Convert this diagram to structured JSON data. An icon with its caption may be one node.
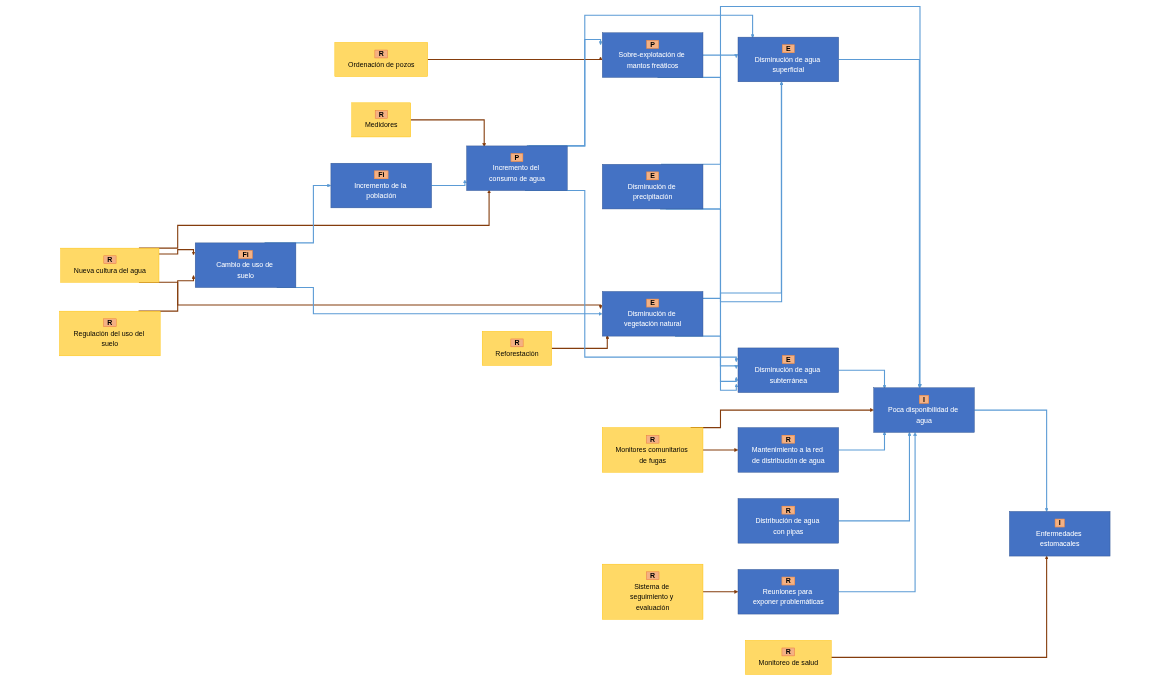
{
  "diagram": {
    "nodes": [
      {
        "text": [
          "R",
          "Medidores"
        ]
      },
      {
        "text": [
          "Fi",
          "Incremento de la población"
        ]
      },
      {
        "text": [
          "P",
          "Incremento del consumo de agua"
        ]
      },
      {
        "text": [
          "R",
          "Nueva cultura del agua"
        ]
      },
      {
        "text": [
          "P",
          "Sobre-explotación de mantos freáticos"
        ]
      },
      {
        "text": [
          "R",
          "Ordenación de pozos"
        ]
      },
      {
        "text": [
          "Fi",
          "Cambio de uso de suelo"
        ]
      },
      {
        "text": [
          "E",
          "Disminución de vegetación natural"
        ]
      },
      {
        "text": [
          "R",
          "Regulación del uso del suelo"
        ]
      },
      {
        "text": [
          "R",
          "Reforestación"
        ]
      },
      {
        "text": [
          "E",
          "Disminución de agua superficial"
        ]
      },
      {
        "text": [
          "E",
          "Disminución de precipitación"
        ]
      },
      {
        "text": [
          "E",
          "Disminución de agua subterránea"
        ]
      },
      {
        "text": [
          "R",
          "Monitoreo de salud"
        ]
      },
      {
        "text": [
          "R",
          "Monitores comunitarios de fugas"
        ]
      },
      {
        "text": [
          "I",
          "Poca disponibilidad de agua"
        ]
      },
      {
        "text": [
          "I",
          "Enfermedades estomacales"
        ]
      },
      {
        "text": [
          "R",
          "Sistema de seguimiento y evaluación"
        ]
      },
      {
        "text": [
          "R",
          "Mantenimiento a la red de distribución de agua"
        ]
      },
      {
        "text": [
          "R",
          "Distribución de agua con pipas"
        ]
      },
      {
        "text": [
          "R",
          "Reuniones para exponer problemáticas"
        ]
      }
    ],
    "edges": [
      {
        "from": 0,
        "to": 2,
        "arrow": "to",
        "color": "#843c0c"
      },
      {
        "from": 1,
        "to": 2,
        "arrow": "to"
      },
      {
        "from": 3,
        "to": 2,
        "arrow": "to",
        "color": "#843c0c"
      },
      {
        "from": 6,
        "to": 1,
        "arrow": "to"
      },
      {
        "from": 3,
        "to": 6,
        "arrow": "to",
        "color": "#843c0c"
      },
      {
        "from": 3,
        "to": 7,
        "arrow": "to",
        "color": "#843c0c"
      },
      {
        "from": 6,
        "to": 7,
        "arrow": "to"
      },
      {
        "from": 2,
        "to": 4,
        "arrow": "to"
      },
      {
        "from": 5,
        "to": 4,
        "arrow": "to",
        "color": "#843c0c"
      },
      {
        "from": 9,
        "to": 7,
        "arrow": "to",
        "color": "#843c0c"
      },
      {
        "from": 8,
        "to": 6,
        "arrow": "to",
        "color": "#843c0c"
      },
      {
        "from": 2,
        "to": 10,
        "arrow": "to"
      },
      {
        "from": 2,
        "to": 12,
        "arrow": "to"
      },
      {
        "from": 4,
        "to": 10,
        "arrow": "to"
      },
      {
        "from": 4,
        "to": 12,
        "arrow": "to"
      },
      {
        "from": 7,
        "to": 10,
        "arrow": "to"
      },
      {
        "from": 7,
        "to": 12,
        "arrow": "to"
      },
      {
        "from": 11,
        "to": 10,
        "arrow": "to"
      },
      {
        "from": 11,
        "to": 12,
        "arrow": "to"
      },
      {
        "from": 11,
        "to": 15,
        "arrow": "to"
      },
      {
        "from": 10,
        "to": 15,
        "arrow": "to"
      },
      {
        "from": 12,
        "to": 15,
        "arrow": "to"
      },
      {
        "from": 14,
        "to": 15,
        "arrow": "to",
        "color": "#843c0c"
      },
      {
        "from": 14,
        "to": 18,
        "arrow": "to",
        "color": "#843c0c"
      },
      {
        "from": 15,
        "to": 16,
        "arrow": "to"
      },
      {
        "from": 13,
        "to": 16,
        "arrow": "to",
        "color": "#843c0c"
      },
      {
        "from": 17,
        "to": 20,
        "arrow": "to",
        "color": "#843c0c"
      },
      {
        "from": 18,
        "to": 15,
        "arrow": "to"
      },
      {
        "from": 19,
        "to": 15,
        "arrow": "to"
      },
      {
        "from": 20,
        "to": 15,
        "arrow": "to"
      }
    ]
  }
}
